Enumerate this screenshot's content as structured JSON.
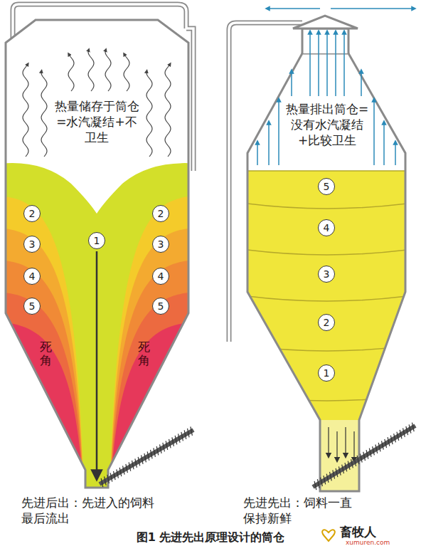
{
  "diagram": {
    "caption": "图1 先进先出原理设计的筒仓",
    "nodes": [
      {
        "text": [
          "1"
        ]
      },
      {
        "text": [
          "2"
        ]
      },
      {
        "text": [
          "2"
        ]
      },
      {
        "text": [
          "3"
        ]
      },
      {
        "text": [
          "3"
        ]
      },
      {
        "text": [
          "4"
        ]
      },
      {
        "text": [
          "4"
        ]
      },
      {
        "text": [
          "5"
        ]
      },
      {
        "text": [
          "5"
        ]
      },
      {
        "text": [
          "5"
        ]
      },
      {
        "text": [
          "4"
        ]
      },
      {
        "text": [
          "3"
        ]
      },
      {
        "text": [
          "2"
        ]
      },
      {
        "text": [
          "1"
        ]
      }
    ],
    "labels": [
      "热量储存于筒仓=水汽凝结+不卫生",
      "热量排出筒仓=没有水汽凝结+比较卫生",
      "死角",
      "死角",
      "先进后出：先进入的饲料最后流出",
      "先进先出：饲料一直保持新鲜",
      "畜牧人",
      "xumuren.com"
    ]
  }
}
